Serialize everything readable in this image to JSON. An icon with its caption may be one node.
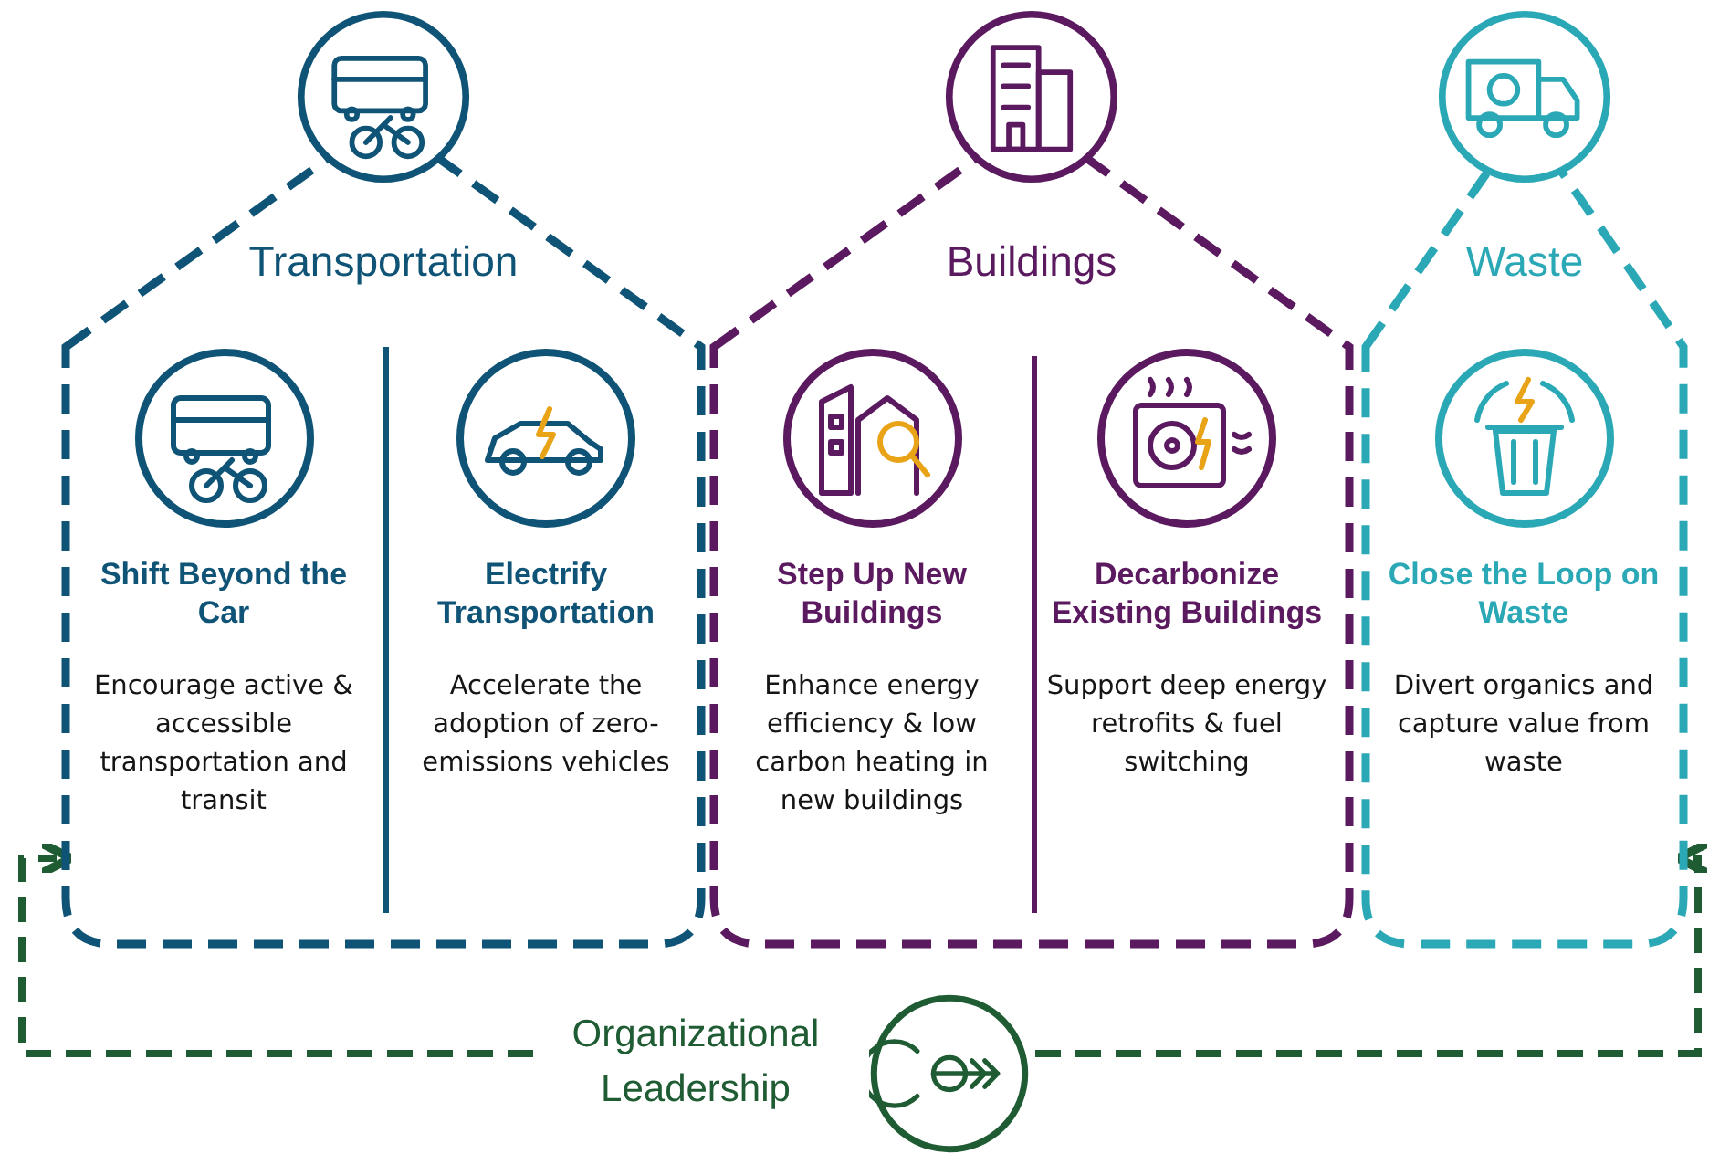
{
  "diagram": {
    "nodes": [
      {
        "text": [
          "Transportation"
        ]
      },
      {
        "text": [
          "Shift Beyond the Car",
          "Encourage active & accessible transportation and transit"
        ],
        "in": 0
      },
      {
        "text": [
          "Electrify Transportation",
          "Accelerate the adoption of zero-emissions vehicles"
        ],
        "in": 0
      },
      {
        "text": [
          "Buildings"
        ]
      },
      {
        "text": [
          "Step Up New Buildings",
          "Enhance energy efficiency & low carbon heating in new buildings"
        ],
        "in": 3
      },
      {
        "text": [
          "Decarbonize Existing Buildings",
          "Support deep energy retrofits & fuel switching"
        ],
        "in": 3
      },
      {
        "text": [
          "Waste"
        ]
      },
      {
        "text": [
          "Close the Loop on Waste",
          "Divert organics and capture value from waste"
        ],
        "in": 6
      },
      {
        "text": [
          "Organizational Leadership"
        ]
      }
    ],
    "edges": [
      {
        "from": 8,
        "to": 0,
        "arrow": "to",
        "style": "dashed",
        "color": "#1f5c33"
      },
      {
        "from": 8,
        "to": 6,
        "arrow": "to",
        "style": "dashed",
        "color": "#1f5c33"
      }
    ]
  }
}
